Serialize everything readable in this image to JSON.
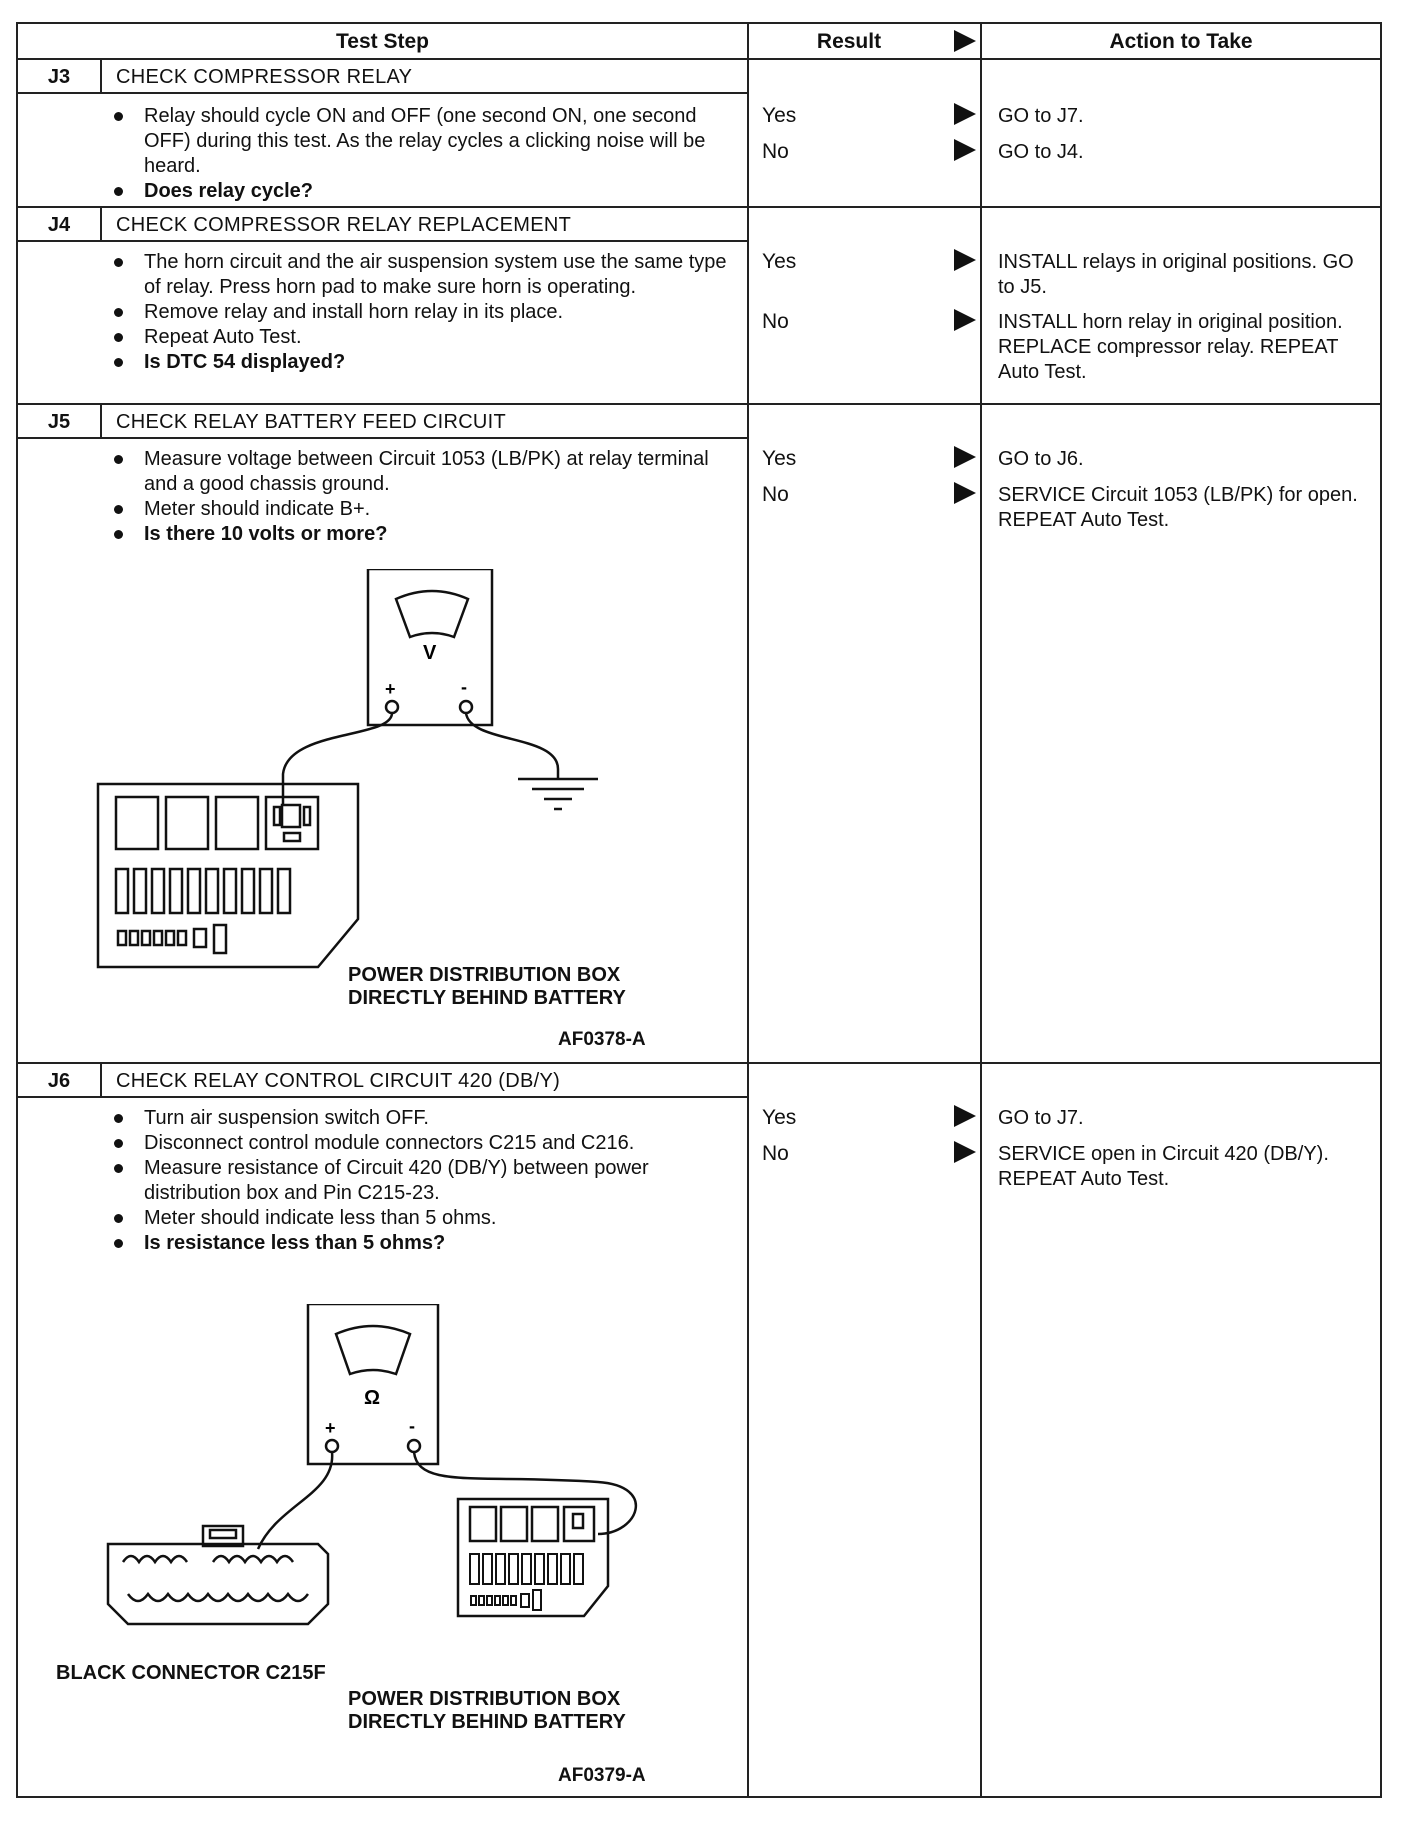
{
  "header": {
    "test_step": "Test Step",
    "result": "Result",
    "action": "Action to Take"
  },
  "steps": [
    {
      "id": "J3",
      "title": "CHECK COMPRESSOR RELAY",
      "bullets": [
        "Relay should cycle ON and OFF (one second ON, one second OFF) during this test. As the relay cycles a clicking noise will be heard.",
        "Does relay cycle?"
      ],
      "results": [
        {
          "label": "Yes",
          "action": "GO to J7."
        },
        {
          "label": "No",
          "action": "GO to J4."
        }
      ]
    },
    {
      "id": "J4",
      "title": "CHECK COMPRESSOR RELAY REPLACEMENT",
      "bullets": [
        "The horn circuit and the air suspension system use the same type of relay. Press horn pad to make sure horn is operating.",
        "Remove relay and install horn relay in its place.",
        "Repeat Auto Test.",
        "Is DTC 54 displayed?"
      ],
      "results": [
        {
          "label": "Yes",
          "action": "INSTALL relays in original positions. GO to J5."
        },
        {
          "label": "No",
          "action": "INSTALL horn relay in original position. REPLACE compressor relay. REPEAT Auto Test."
        }
      ]
    },
    {
      "id": "J5",
      "title": "CHECK RELAY BATTERY FEED CIRCUIT",
      "bullets": [
        "Measure voltage between Circuit 1053 (LB/PK) at relay terminal and a good chassis ground.",
        "Meter should indicate B+.",
        "Is there 10 volts or more?"
      ],
      "results": [
        {
          "label": "Yes",
          "action": "GO to J6."
        },
        {
          "label": "No",
          "action": "SERVICE Circuit 1053 (LB/PK) for open. REPEAT Auto Test."
        }
      ],
      "figure": {
        "meter_symbol": "V",
        "plus": "+",
        "minus": "-",
        "caption_line1": "POWER DISTRIBUTION BOX",
        "caption_line2": "DIRECTLY BEHIND BATTERY",
        "figure_id": "AF0378-A"
      }
    },
    {
      "id": "J6",
      "title": "CHECK RELAY CONTROL CIRCUIT 420 (DB/Y)",
      "bullets": [
        "Turn air suspension switch OFF.",
        "Disconnect control module connectors C215 and C216.",
        "Measure resistance of Circuit 420 (DB/Y) between power distribution box and Pin C215-23.",
        "Meter should indicate less than 5 ohms.",
        "Is resistance less than 5 ohms?"
      ],
      "results": [
        {
          "label": "Yes",
          "action": "GO to J7."
        },
        {
          "label": "No",
          "action": "SERVICE open in Circuit 420 (DB/Y). REPEAT Auto Test."
        }
      ],
      "figure": {
        "meter_symbol": "Ω",
        "plus": "+",
        "minus": "-",
        "connector_caption": "BLACK CONNECTOR C215F",
        "caption_line1": "POWER DISTRIBUTION BOX",
        "caption_line2": "DIRECTLY BEHIND BATTERY",
        "figure_id": "AF0379-A"
      }
    }
  ]
}
